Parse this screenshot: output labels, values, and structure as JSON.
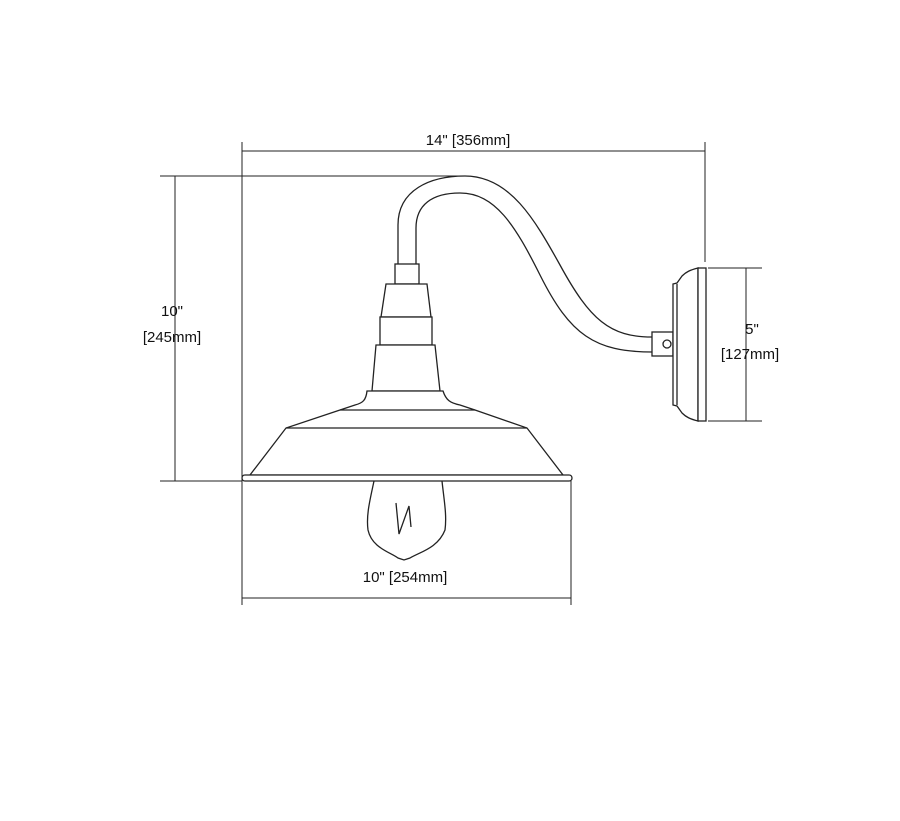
{
  "dimensions": {
    "overall_width": "14\" [356mm]",
    "overall_height_in": "10\"",
    "overall_height_mm": "[245mm]",
    "backplate_height_in": "5\"",
    "backplate_height_mm": "[127mm]",
    "shade_width": "10\" [254mm]"
  },
  "colors": {
    "line": "#222222",
    "background": "#ffffff"
  }
}
